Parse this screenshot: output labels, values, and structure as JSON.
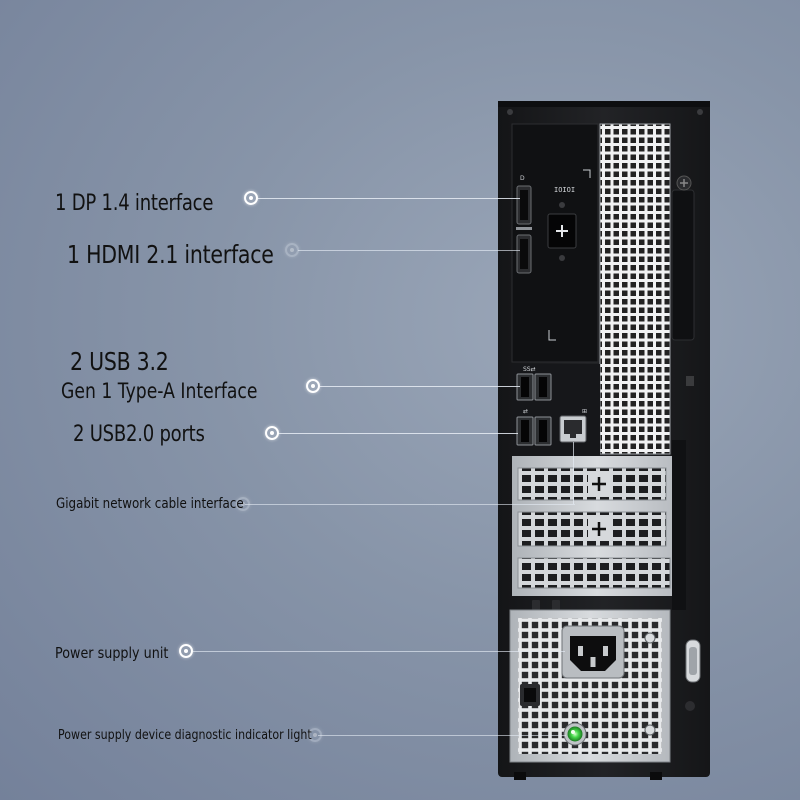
{
  "callouts": {
    "dp": "1 DP 1.4 interface",
    "hdmi": "1 HDMI 2.1 interface",
    "usb32_line1": "2 USB 3.2",
    "usb32_line2": "Gen 1 Type-A Interface",
    "usb20": "2 USB2.0 ports",
    "lan": "Gigabit network cable interface",
    "psu": "Power supply unit",
    "diag": "Power supply device diagnostic indicator light"
  },
  "icons": [
    "displayport-icon",
    "hdmi-icon",
    "usb-icon",
    "ethernet-icon",
    "power-socket-icon",
    "diagnostic-led-icon"
  ],
  "colors": {
    "chassis": "#1b1c1e",
    "metal": "#c9cdd2",
    "led": "#46d84a",
    "leader_line": "#e6ecf5"
  }
}
